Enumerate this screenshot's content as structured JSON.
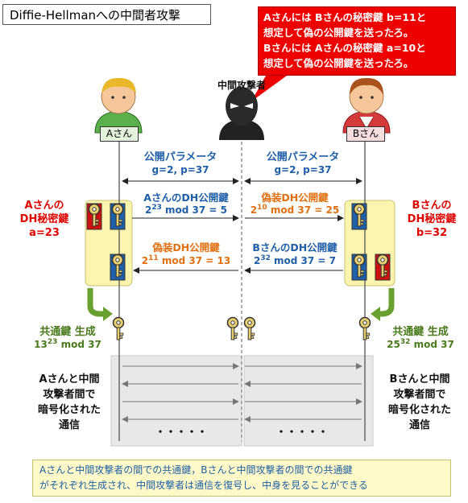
{
  "title": "Diffie-Hellmanへの中間者攻撃",
  "callout": {
    "line1": "Aさんには Bさんの秘密鍵 b=11と",
    "line2": "想定して偽の公開鍵を送ったろ。",
    "line3": "Bさんには Aさんの秘密鍵 a=10と",
    "line4": "想定して偽の公開鍵を送ったろ。"
  },
  "attacker_label": "中間攻撃者",
  "person_a": "Aさん",
  "person_b": "Bさん",
  "params_left": {
    "title": "公開パラメータ",
    "value": "g=2, p=37"
  },
  "params_right": {
    "title": "公開パラメータ",
    "value": "g=2, p=37"
  },
  "a_secret": {
    "line1": "Aさんの",
    "line2": "DH秘密鍵",
    "line3": "a=23"
  },
  "b_secret": {
    "line1": "Bさんの",
    "line2": "DH秘密鍵",
    "line3": "b=32"
  },
  "msg1": {
    "title": "AさんのDH公開鍵",
    "base": "2",
    "exp": "23",
    "rest": " mod 37 = 5"
  },
  "msg2": {
    "title": "偽装DH公開鍵",
    "base": "2",
    "exp": "10",
    "rest": " mod 37 = 25"
  },
  "msg3": {
    "title": "偽装DH公開鍵",
    "base": "2",
    "exp": "11",
    "rest": " mod 37 = 13"
  },
  "msg4": {
    "title": "BさんのDH公開鍵",
    "base": "2",
    "exp": "32",
    "rest": " mod 37 = 7"
  },
  "shared_a": {
    "title": "共通鍵 生成",
    "base": "13",
    "exp": "23",
    "rest": " mod 37"
  },
  "shared_b": {
    "title": "共通鍵 生成",
    "base": "25",
    "exp": "32",
    "rest": " mod 37"
  },
  "comm_a": {
    "line1": "Aさんと中間",
    "line2": "攻撃者間で",
    "line3": "暗号化された",
    "line4": "通信"
  },
  "comm_b": {
    "line1": "Bさんと中間",
    "line2": "攻撃者間で",
    "line3": "暗号化された",
    "line4": "通信"
  },
  "ellipsis": "・・・・・",
  "bottom_note": {
    "line1": "Aさんと中間攻撃者の間での共通鍵，Bさんと中間攻撃者の間での共通鍵",
    "line2": "がそれぞれ生成され、中間攻撃者は通信を復号し、中身を見ることができる"
  },
  "colors": {
    "blue": "#1f5fa8",
    "orange": "#e07010",
    "red": "#e00000",
    "green": "#4a7a1c",
    "callout": "#ee0000",
    "panel": "#fbf5b0"
  }
}
